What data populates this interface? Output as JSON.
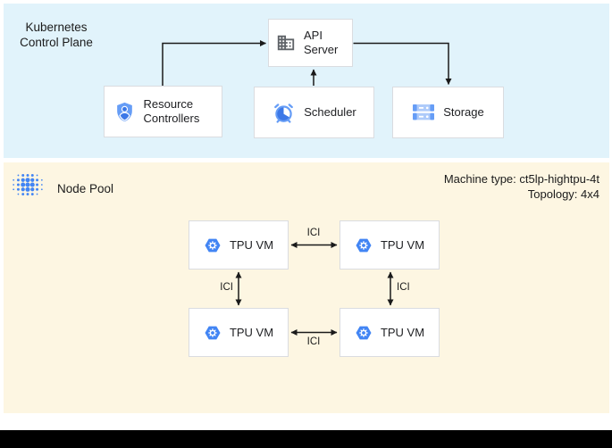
{
  "control_plane": {
    "label_line1": "Kubernetes",
    "label_line2": "Control Plane",
    "api_server": {
      "label": "API Server"
    },
    "resource_controllers": {
      "label": "Resource Controllers"
    },
    "scheduler": {
      "label": "Scheduler"
    },
    "storage": {
      "label": "Storage"
    }
  },
  "node_pool": {
    "label": "Node Pool",
    "machine_type": "Machine type: ct5lp-hightpu-4t",
    "topology": "Topology: 4x4",
    "vms": [
      {
        "label": "TPU VM"
      },
      {
        "label": "TPU VM"
      },
      {
        "label": "TPU VM"
      },
      {
        "label": "TPU VM"
      }
    ],
    "links": [
      {
        "label": "ICI",
        "position": "top"
      },
      {
        "label": "ICI",
        "position": "left"
      },
      {
        "label": "ICI",
        "position": "right"
      },
      {
        "label": "ICI",
        "position": "bottom"
      }
    ]
  },
  "icons": {
    "api_server": "building-icon",
    "resource_controllers": "shield-user-icon",
    "scheduler": "alarm-clock-icon",
    "storage": "storage-disks-icon",
    "node_pool": "dot-cluster-icon",
    "tpu_vm": "hexagon-gear-icon"
  },
  "colors": {
    "control_plane_bg": "#E1F3FB",
    "node_pool_bg": "#FDF6E2",
    "box_border": "#DADCE0",
    "box_bg": "#FFFFFF",
    "arrow": "#1A1A1A",
    "google_blue": "#4285F4",
    "light_blue": "#AECBFA",
    "mid_blue": "#669DF6",
    "dark_blue": "#3C78E7",
    "icon_gray": "#5F6368",
    "text": "#202124",
    "bottom_bar": "#000000"
  }
}
